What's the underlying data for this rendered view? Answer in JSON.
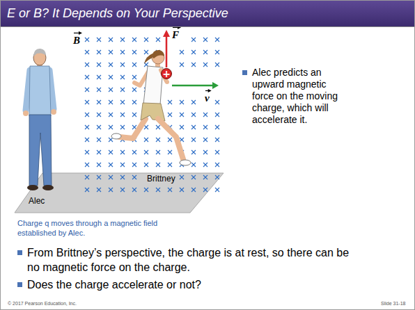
{
  "diagram": {
    "title": "E or B? It Depends on Your Perspective",
    "caption": "Charge q moves through a magnetic field established by Alec.",
    "nodes": [
      {
        "text": [
          "+"
        ]
      }
    ],
    "labels": [
      "B",
      "F",
      "v",
      "Brittney",
      "Alec",
      "Alec predicts an upward magnetic force on the moving charge, which will accelerate it.",
      "From Brittney’s perspective, the charge is at rest, so there can be no magnetic force on the charge.",
      "Does the charge accelerate or not?",
      "© 2017 Pearson Education, Inc.",
      "Slide 31-18"
    ]
  }
}
